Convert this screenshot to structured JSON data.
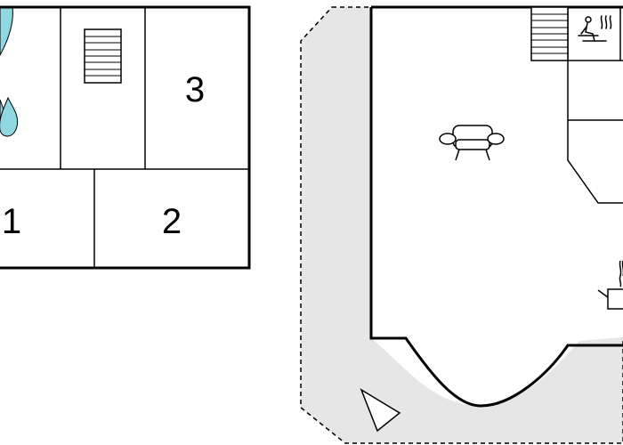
{
  "floor_plan": {
    "rooms": [
      {
        "id": "bedroom-1",
        "label": "1"
      },
      {
        "id": "bedroom-2",
        "label": "2"
      },
      {
        "id": "bedroom-3",
        "label": "3"
      }
    ],
    "icons": [
      "stairs-icon",
      "water-drop-icon",
      "armchair-icon",
      "sauna-icon",
      "stove-icon",
      "north-arrow-icon"
    ],
    "colors": {
      "wall": "#000000",
      "terrace": "#e6e6e6",
      "water": "#8fd8e2",
      "background": "#ffffff"
    }
  }
}
